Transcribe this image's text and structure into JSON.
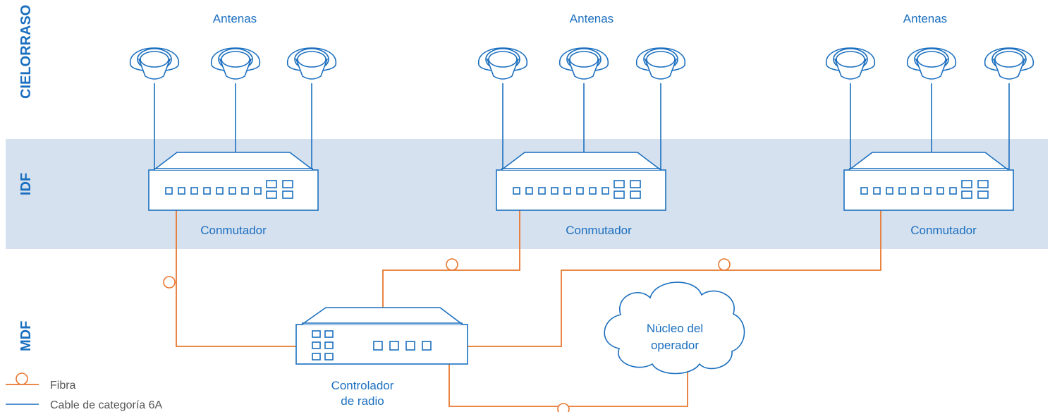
{
  "zones": {
    "ceiling": "CIELORRASO",
    "idf": "IDF",
    "mdf": "MDF"
  },
  "antenna_groups": [
    {
      "label": "Antenas"
    },
    {
      "label": "Antenas"
    },
    {
      "label": "Antenas"
    }
  ],
  "switches": [
    {
      "label": "Conmutador"
    },
    {
      "label": "Conmutador"
    },
    {
      "label": "Conmutador"
    }
  ],
  "controller": {
    "label_line1": "Controlador",
    "label_line2": "de radio"
  },
  "cloud": {
    "label_line1": "Núcleo del",
    "label_line2": "operador"
  },
  "legend": {
    "fiber": "Fibra",
    "copper": "Cable de categoría 6A"
  },
  "colors": {
    "idf_band": "#d6e1ef",
    "copper_line": "#1b6fbf",
    "fiber_line": "#e8772e"
  },
  "icons": {
    "antenna": "antenna-icon",
    "switch": "network-switch-icon",
    "controller": "radio-controller-icon",
    "cloud": "cloud-icon"
  }
}
